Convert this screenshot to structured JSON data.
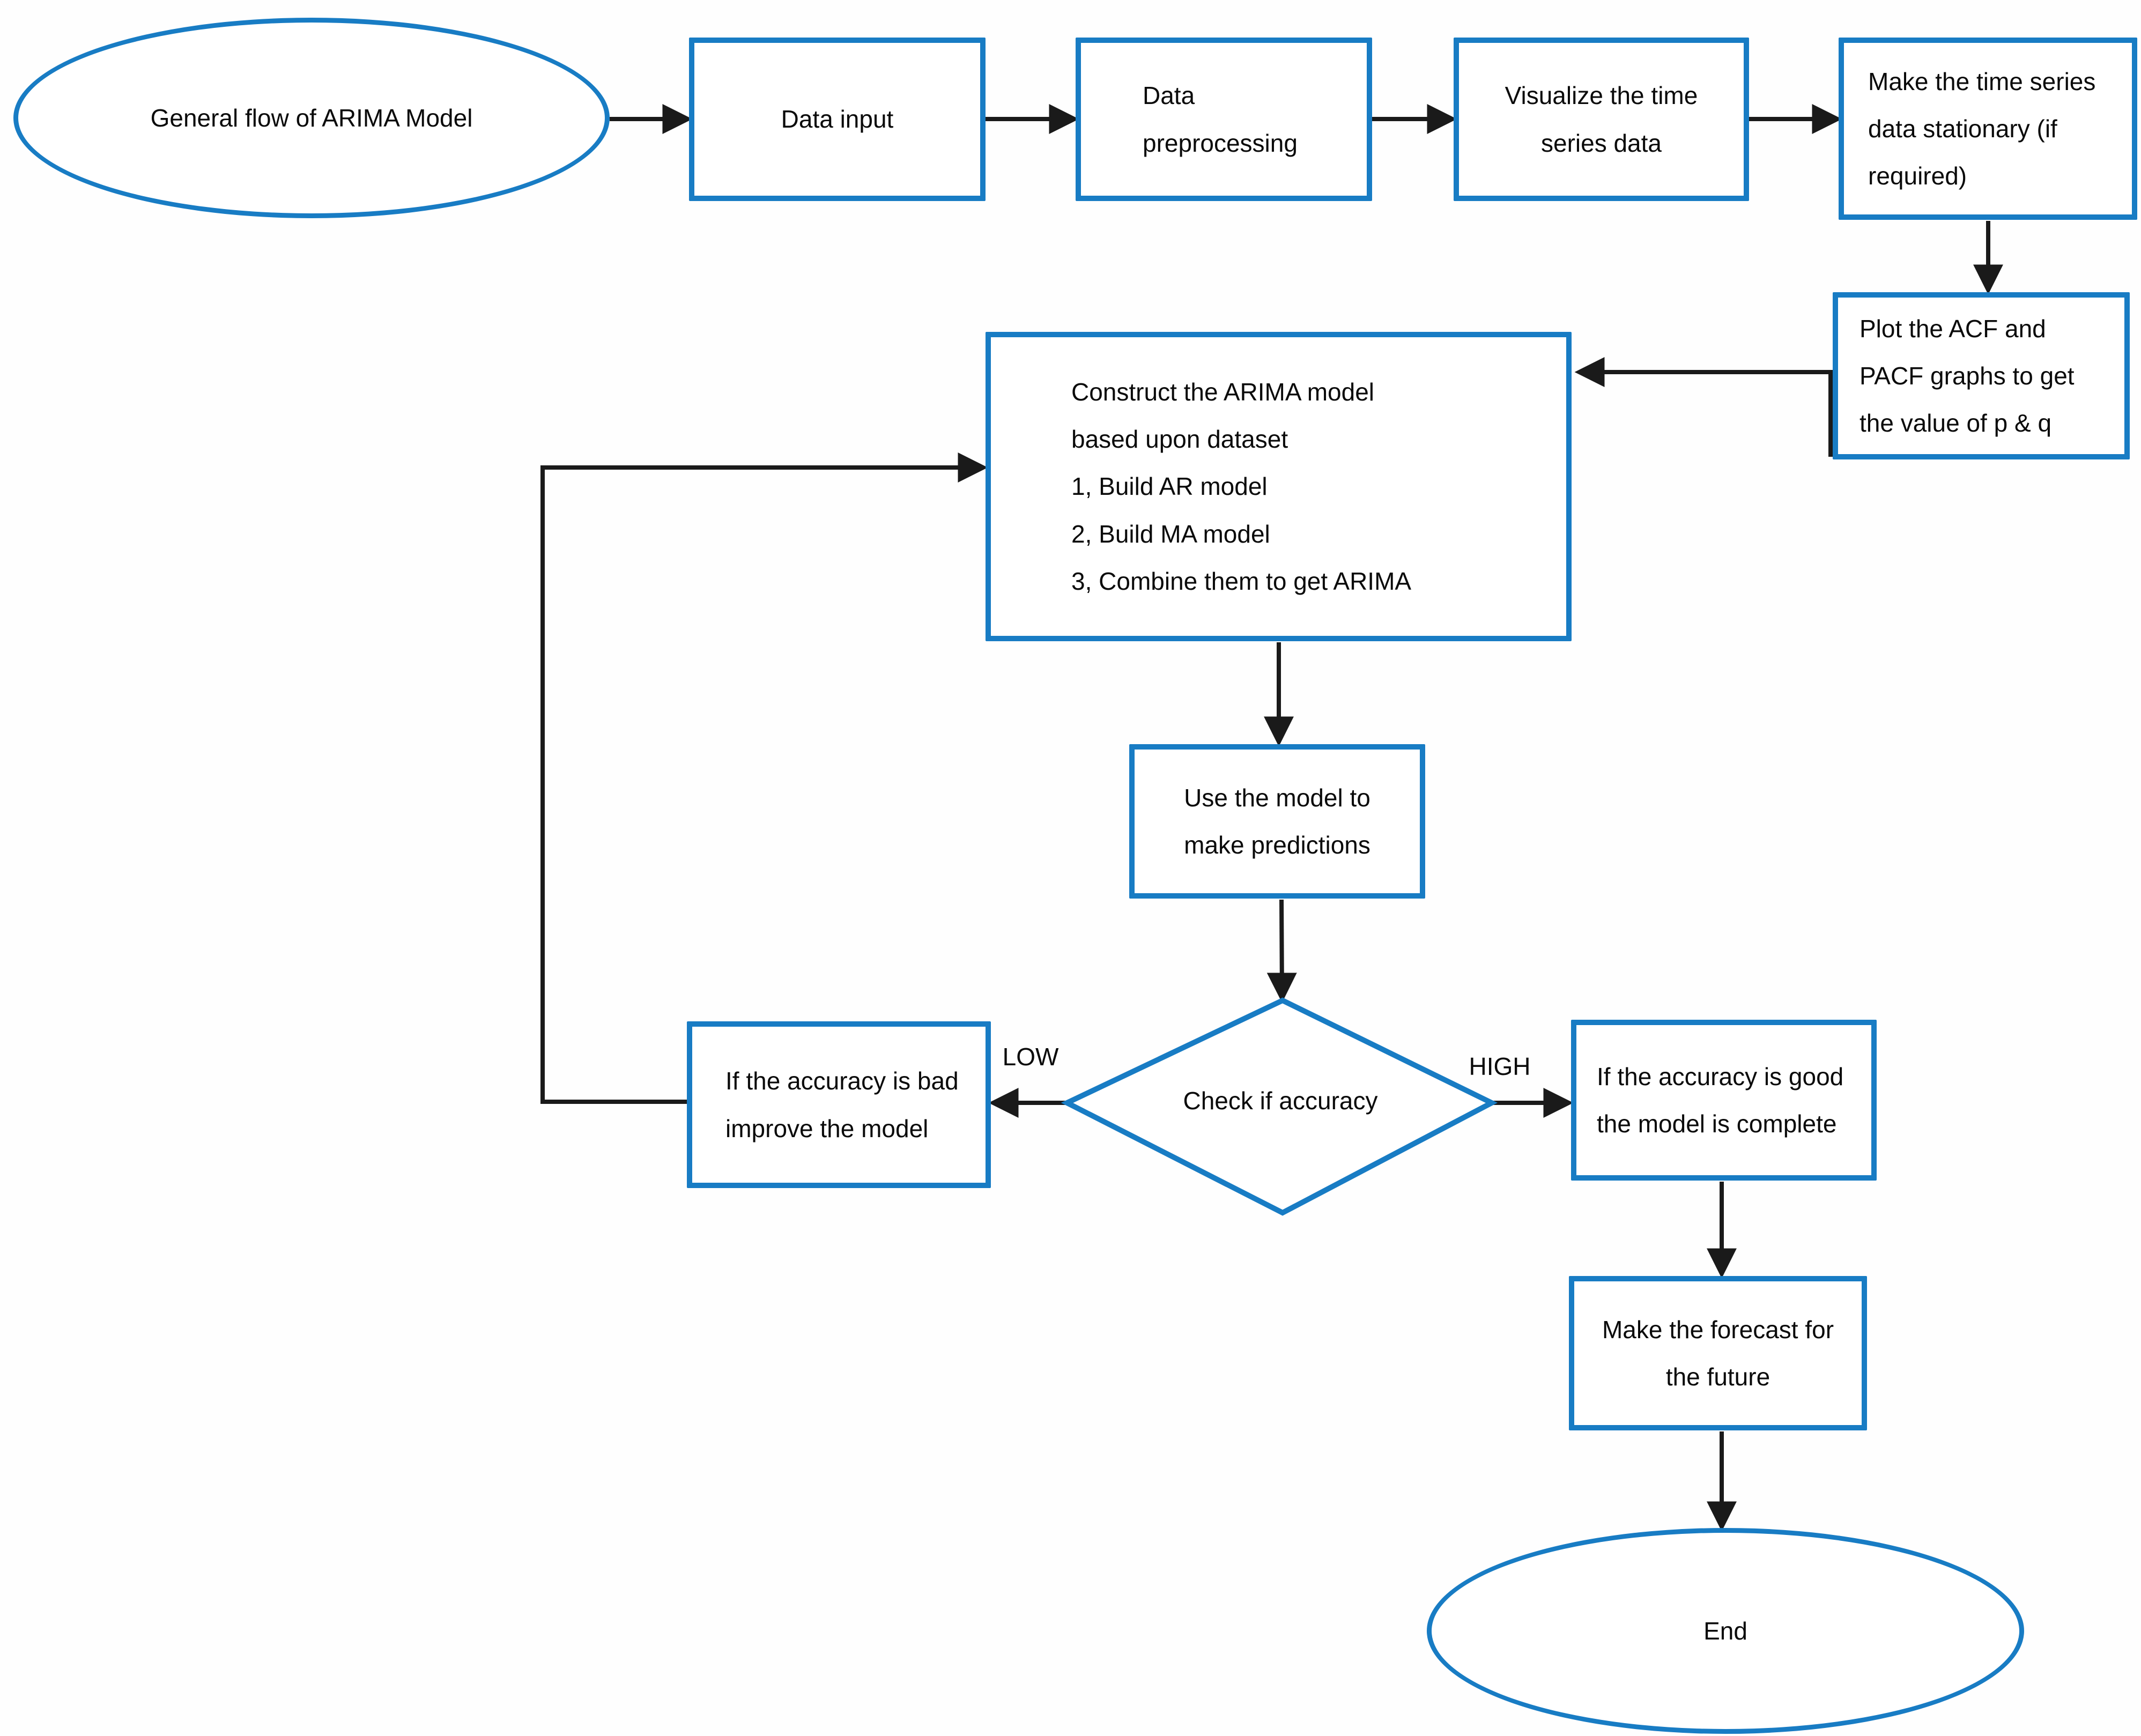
{
  "diagram": {
    "title": "General flow of ARIMA Model",
    "colors": {
      "node_border": "#187cc4",
      "connector": "#1a1a1a",
      "text": "#0a0a0a",
      "background": "#ffffff"
    },
    "nodes": {
      "start": {
        "shape": "ellipse",
        "label": "General flow of ARIMA Model"
      },
      "data_input": {
        "shape": "rect",
        "label": "Data input"
      },
      "preprocessing": {
        "shape": "rect",
        "label": "Data\npreprocessing"
      },
      "visualize": {
        "shape": "rect",
        "label": "Visualize the time\nseries data"
      },
      "stationary": {
        "shape": "rect",
        "label": "Make the time series\ndata stationary (if\nrequired)"
      },
      "acf_pacf": {
        "shape": "rect",
        "label": "Plot the ACF and\nPACF graphs to get\nthe value of p & q"
      },
      "construct": {
        "shape": "rect",
        "label": "Construct the ARIMA model\nbased upon dataset\n1, Build AR model\n2, Build MA model\n3, Combine them to get ARIMA"
      },
      "predict": {
        "shape": "rect",
        "label": "Use the model to\nmake predictions"
      },
      "decision": {
        "shape": "diamond",
        "label": "Check if accuracy"
      },
      "improve": {
        "shape": "rect",
        "label": "If the accuracy is bad\nimprove the model"
      },
      "complete": {
        "shape": "rect",
        "label": "If the accuracy is good\nthe model is complete"
      },
      "forecast": {
        "shape": "rect",
        "label": "Make the forecast for\nthe future"
      },
      "end": {
        "shape": "ellipse",
        "label": "End"
      }
    },
    "edge_labels": {
      "low": "LOW",
      "high": "HIGH"
    }
  }
}
